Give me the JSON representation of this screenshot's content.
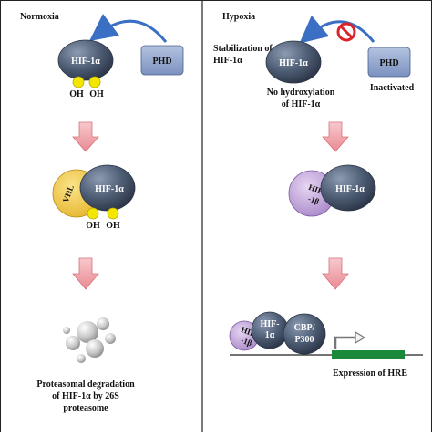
{
  "left_panel": {
    "title": "Normoxia",
    "hif": "HIF-1α",
    "phd": "PHD",
    "oh1": "OH",
    "oh2": "OH",
    "vhl": "VHL",
    "hif2": "HIF-1α",
    "oh3": "OH",
    "oh4": "OH",
    "caption_line1": "Proteasomal degradation",
    "caption_line2": "of HIF-1α by 26S",
    "caption_line3": "proteasome"
  },
  "right_panel": {
    "title": "Hypoxia",
    "stab_line1": "Stabilization of",
    "stab_line2": "HIF-1α",
    "hif": "HIF-1α",
    "phd": "PHD",
    "inactivated": "Inactivated",
    "nohyd_line1": "No hydroxylation",
    "nohyd_line2": "of HIF-1α",
    "hif_complex": "HIF-1α",
    "hif1b_line1": "HIF",
    "hif1b_line2": "-1β",
    "hif1b2_line1": "HIF",
    "hif1b2_line2": "-1β",
    "hif3_line1": "HIF-",
    "hif3_line2": "1α",
    "cbp_line1": "CBP/",
    "cbp_line2": "P300",
    "hre": "Expression of HRE"
  },
  "colors": {
    "hif_node": "#4e5e75",
    "phd_box": "#8fa3c9",
    "oh_dot": "#f3e600",
    "vhl": "#f0c43c",
    "hif1b": "#c6a8dc",
    "arrow_down": "#f2a7ad",
    "arrow_curve": "#3a6fc4",
    "gene": "#1a8a3a",
    "block": "#d9242a",
    "proteasome": "#bfbfbf"
  }
}
